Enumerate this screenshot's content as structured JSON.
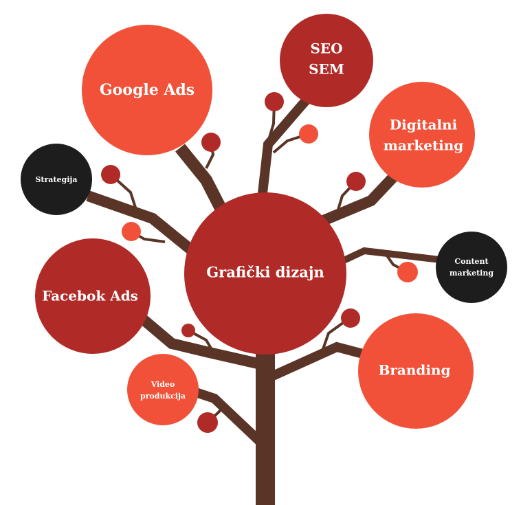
{
  "colors": {
    "dark_red": "#b02b28",
    "orange": "#f05138",
    "brown": "#5a3426",
    "black": "#1d1d1d"
  },
  "center": {
    "label": "Grafički dizajn"
  },
  "nodes": {
    "google_ads": "Google Ads",
    "seo_line1": "SEO",
    "seo_line2": "SEM",
    "digital_line1": "Digitalni",
    "digital_line2": "marketing",
    "strategija": "Strategija",
    "content_line1": "Content",
    "content_line2": "marketing",
    "facebook_ads": "Facebok Ads",
    "branding": "Branding",
    "video_line1": "Video",
    "video_line2": "produkcija"
  }
}
